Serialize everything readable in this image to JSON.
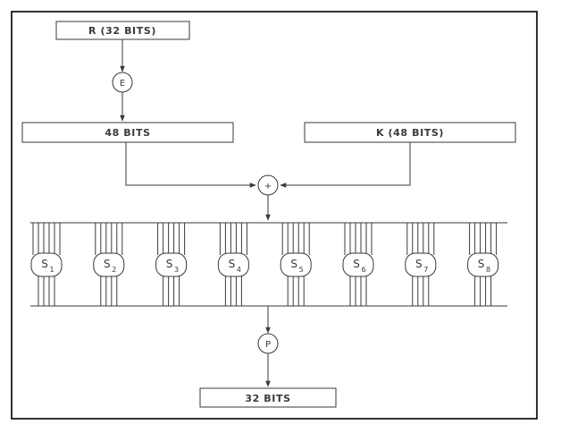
{
  "diagram": {
    "boxes": {
      "r_input": "R (32 BITS)",
      "expanded": "48 BITS",
      "key": "K (48 BITS)",
      "output": "32 BITS"
    },
    "nodes": {
      "expansion": "E",
      "xor": "+",
      "permutation": "P"
    },
    "sboxes": [
      {
        "letter": "S",
        "index": "1"
      },
      {
        "letter": "S",
        "index": "2"
      },
      {
        "letter": "S",
        "index": "3"
      },
      {
        "letter": "S",
        "index": "4"
      },
      {
        "letter": "S",
        "index": "5"
      },
      {
        "letter": "S",
        "index": "6"
      },
      {
        "letter": "S",
        "index": "7"
      },
      {
        "letter": "S",
        "index": "8"
      }
    ],
    "colors": {
      "line": "#3a3a3a",
      "frame": "#000000",
      "background": "#ffffff"
    }
  }
}
